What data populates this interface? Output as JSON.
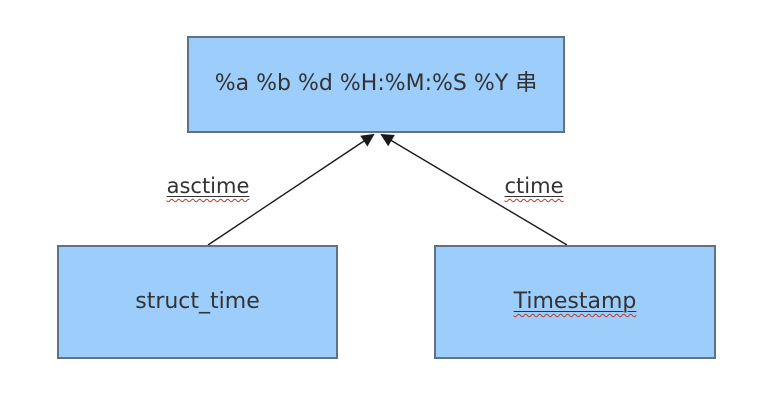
{
  "colors": {
    "background": "#ffffff",
    "node_fill": "#9dcdfb",
    "node_border": "#5f7285",
    "text": "#333333",
    "arrow": "#1a1a1a",
    "spellcheck_squiggle": "#c0392b"
  },
  "diagram": {
    "nodes": {
      "format_string": {
        "label": "%a %b %d %H:%M:%S %Y 串"
      },
      "struct_time": {
        "label": "struct_time"
      },
      "timestamp": {
        "label": "Timestamp"
      }
    },
    "edges": [
      {
        "label": "asctime",
        "from": "struct_time",
        "to": "format_string"
      },
      {
        "label": "ctime",
        "from": "timestamp",
        "to": "format_string"
      }
    ]
  }
}
